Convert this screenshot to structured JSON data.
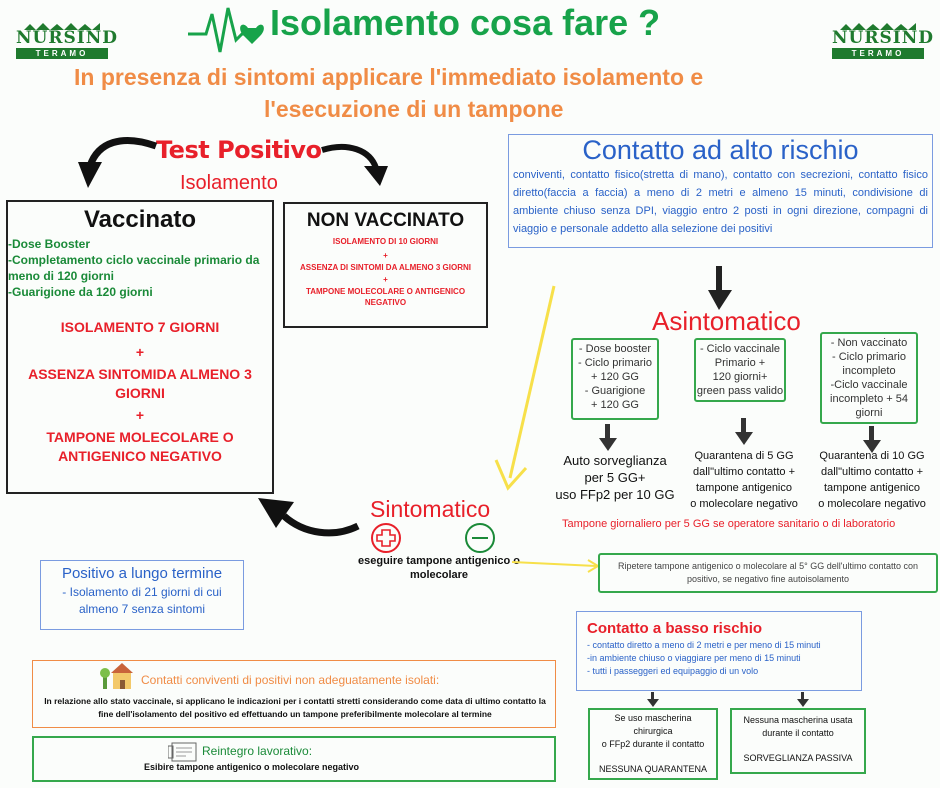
{
  "logo": {
    "name": "NURSIND",
    "city": "TERAMO"
  },
  "header": {
    "title": "Isolamento cosa fare ?",
    "subtitle_line1": "In presenza di sintomi applicare l'immediato isolamento e",
    "subtitle_line2": "l'esecuzione di un tampone"
  },
  "test_positivo": {
    "title": "Test Positivo",
    "isolamento": "Isolamento"
  },
  "vaccinato": {
    "title": "Vaccinato",
    "items": [
      "-Dose Booster",
      "-Completamento ciclo vaccinale primario da meno di 120 giorni",
      "-Guarigione da 120 giorni"
    ],
    "rule1": "ISOLAMENTO 7 GIORNI",
    "plus": "+",
    "rule2": "ASSENZA SINTOMIDA ALMENO 3 GIORNI",
    "rule3": "TAMPONE MOLECOLARE O ANTIGENICO NEGATIVO"
  },
  "non_vaccinato": {
    "title": "NON VACCINATO",
    "rule1": "ISOLAMENTO DI 10 GIORNI",
    "plus": "+",
    "rule2": "ASSENZA DI SINTOMI DA ALMENO 3 GIORNI",
    "rule3": "TAMPONE MOLECOLARE O ANTIGENICO NEGATIVO"
  },
  "alto_rischio": {
    "title": "Contatto ad alto rischio",
    "text": "conviventi, contatto fisico(stretta di mano), contatto con secrezioni, contatto fisico diretto(faccia a faccia) a meno di 2 metri e almeno 15 minuti, condivisione di ambiente chiuso senza DPI, viaggio entro 2 posti in ogni direzione, compagni di viaggio e personale addetto alla selezione dei positivi"
  },
  "asintomatico": {
    "title": "Asintomatico",
    "col1": {
      "lines": [
        "- Dose booster",
        "- Ciclo primario",
        "+ 120 GG",
        "- Guarigione",
        "+ 120 GG"
      ],
      "result": [
        "Auto sorveglianza",
        "per 5 GG+",
        "uso FFp2 per 10 GG"
      ]
    },
    "col2": {
      "lines": [
        "- Ciclo vaccinale",
        "Primario +",
        "120 giorni+",
        "green pass valido"
      ],
      "result": [
        "Quarantena di 5 GG",
        "dall\"ultimo contatto +",
        "tampone antigenico",
        "o molecolare negativo"
      ]
    },
    "col3": {
      "lines": [
        "- Non vaccinato",
        "- Ciclo primario",
        "incompleto",
        "-Ciclo vaccinale",
        "incompleto + 54",
        "giorni"
      ],
      "result": [
        "Quarantena di 10 GG",
        "dall\"ultimo contatto +",
        "tampone antigenico",
        "o molecolare negativo"
      ]
    },
    "note": "Tampone giornaliero per 5 GG se operatore sanitario o di laboratorio"
  },
  "sintomatico": {
    "title": "Sintomatico",
    "action": "eseguire tampone antigenico o molecolare"
  },
  "ripetere": {
    "text": "Ripetere tampone antigenico o molecolare al 5° GG dell'ultimo contatto con positivo, se negativo fine autoisolamento"
  },
  "lungo_termine": {
    "title": "Positivo a lungo termine",
    "text": "- Isolamento di 21 giorni di cui almeno 7 senza sintomi"
  },
  "basso_rischio": {
    "title": "Contatto a basso rischio",
    "items": [
      "- contatto diretto a meno di 2 metri e per meno di 15 minuti",
      "-in ambiente chiuso o viaggiare per meno di 15 minuti",
      "- tutti i passeggeri ed equipaggio di un volo"
    ],
    "left_box": [
      "Se uso mascherina",
      "chirurgica",
      "o FFp2 durante il contatto",
      "NESSUNA QUARANTENA"
    ],
    "right_box": [
      "Nessuna mascherina  usata",
      "durante il contatto",
      "SORVEGLIANZA PASSIVA"
    ]
  },
  "conviventi": {
    "title": "Contatti conviventi di positivi non adeguatamente isolati:",
    "text": "In relazione allo stato vaccinale, si applicano le indicazioni per i contatti stretti considerando come data di ultimo contatto la fine dell'isolamento del positivo ed effettuando un tampone preferibilmente molecolare al termine"
  },
  "reintegro": {
    "title": "Reintegro lavorativo:",
    "text": "Esibire tampone antigenico o molecolare negativo"
  },
  "colors": {
    "green": "#17a34a",
    "orange": "#f08c46",
    "red": "#e8202a",
    "blue": "#2a62c8"
  }
}
